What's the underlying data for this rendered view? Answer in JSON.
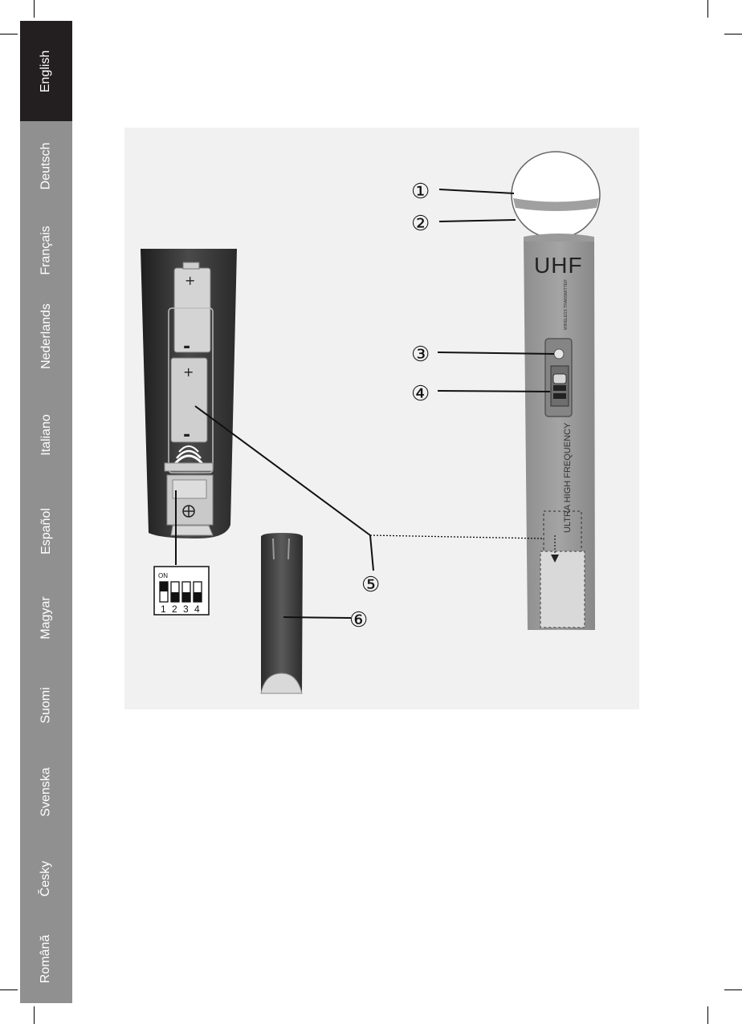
{
  "languages": [
    {
      "label": "English",
      "active": true
    },
    {
      "label": "Deutsch",
      "active": false
    },
    {
      "label": "Français",
      "active": false
    },
    {
      "label": "Nederlands",
      "active": false
    },
    {
      "label": "Italiano",
      "active": false
    },
    {
      "label": "Español",
      "active": false
    },
    {
      "label": "Magyar",
      "active": false
    },
    {
      "label": "Suomi",
      "active": false
    },
    {
      "label": "Svenska",
      "active": false
    },
    {
      "label": "Česky",
      "active": false
    },
    {
      "label": "Română",
      "active": false
    }
  ],
  "figure": {
    "callouts": [
      "①",
      "②",
      "③",
      "④",
      "⑤",
      "⑥"
    ],
    "mic_brand": "UHF",
    "mic_model_text": "WIRELESS TRANSMITTER",
    "mic_band_text": "ULTRA HIGH FREQUENCY",
    "battery_plus": "+",
    "battery_minus": "-",
    "dip_on_label": "ON",
    "dip_numbers": [
      "1",
      "2",
      "3",
      "4"
    ],
    "dip_states": [
      true,
      false,
      false,
      false
    ]
  },
  "colors": {
    "sidebar_bg": "#909090",
    "sidebar_active": "#231f20",
    "panel_bg": "#f1f1f1"
  }
}
